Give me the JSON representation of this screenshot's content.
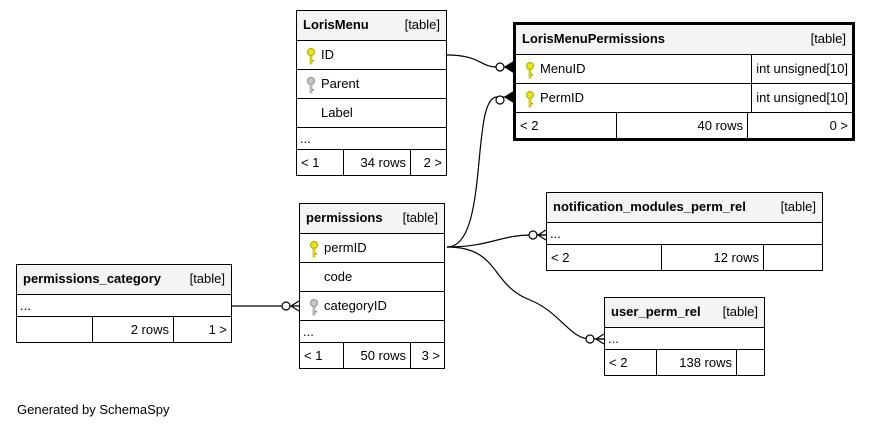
{
  "credit": "Generated by SchemaSpy",
  "colors": {
    "primary_key": "#e8e800",
    "foreign_key": "#b8b8b8",
    "header_bg": "#f4f4f4"
  },
  "tables": {
    "loris_menu": {
      "name": "LorisMenu",
      "kind": "[table]",
      "columns": [
        {
          "name": "ID",
          "icon": "primary-key-icon"
        },
        {
          "name": "Parent",
          "icon": "foreign-key-icon"
        },
        {
          "name": "Label",
          "icon": ""
        }
      ],
      "ellipsis": "...",
      "footer": {
        "prev": "< 1",
        "rows": "34 rows",
        "next": "2 >"
      }
    },
    "loris_menu_permissions": {
      "name": "LorisMenuPermissions",
      "kind": "[table]",
      "columns": [
        {
          "name": "MenuID",
          "type": "int unsigned[10]",
          "icon": "primary-key-icon"
        },
        {
          "name": "PermID",
          "type": "int unsigned[10]",
          "icon": "primary-key-icon"
        }
      ],
      "footer": {
        "prev": "< 2",
        "rows": "40 rows",
        "next": "0 >"
      }
    },
    "permissions": {
      "name": "permissions",
      "kind": "[table]",
      "columns": [
        {
          "name": "permID",
          "icon": "primary-key-icon"
        },
        {
          "name": "code",
          "icon": ""
        },
        {
          "name": "categoryID",
          "icon": "foreign-key-icon"
        }
      ],
      "ellipsis": "...",
      "footer": {
        "prev": "< 1",
        "rows": "50 rows",
        "next": "3 >"
      }
    },
    "permissions_category": {
      "name": "permissions_category",
      "kind": "[table]",
      "ellipsis": "...",
      "footer": {
        "prev": "",
        "rows": "2 rows",
        "next": "1 >"
      }
    },
    "notification_modules_perm_rel": {
      "name": "notification_modules_perm_rel",
      "kind": "[table]",
      "ellipsis": "...",
      "footer": {
        "prev": "< 2",
        "rows": "12 rows",
        "next": ""
      }
    },
    "user_perm_rel": {
      "name": "user_perm_rel",
      "kind": "[table]",
      "ellipsis": "...",
      "footer": {
        "prev": "< 2",
        "rows": "138 rows",
        "next": ""
      }
    }
  }
}
